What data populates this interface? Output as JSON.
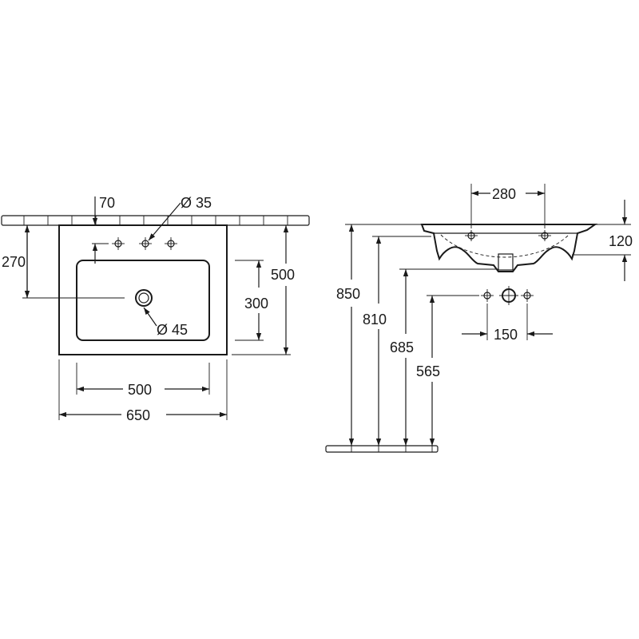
{
  "top_view": {
    "dim_tap_offset": "70",
    "dim_tap_hole": "Ø 35",
    "dim_front_to_drain": "270",
    "dim_drain": "Ø 45",
    "dim_bowl_width": "500",
    "dim_total_width": "650",
    "dim_bowl_depth": "300",
    "dim_total_depth": "500"
  },
  "side_view": {
    "dim_tap_spacing": "280",
    "dim_basin_height": "120",
    "dim_top_height": "850",
    "dim_underside_height": "810",
    "dim_drain_height": "685",
    "dim_supply_height": "565",
    "dim_supply_spacing": "150"
  }
}
